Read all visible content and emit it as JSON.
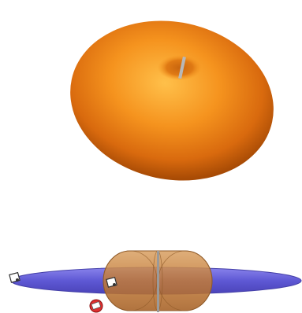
{
  "figure": {
    "top_panel": {
      "shape": "torus-radiation-pattern",
      "color": "#f08a1c"
    },
    "bottom_panel": {
      "shapes": [
        "horizontal-ellipsoid",
        "capsule-cylinder",
        "antenna-rod"
      ],
      "ellipsoid_color": "#6a63d8",
      "capsule_color": "#d0863a",
      "markers": [
        "marker-left",
        "marker-center",
        "marker-red"
      ]
    }
  }
}
